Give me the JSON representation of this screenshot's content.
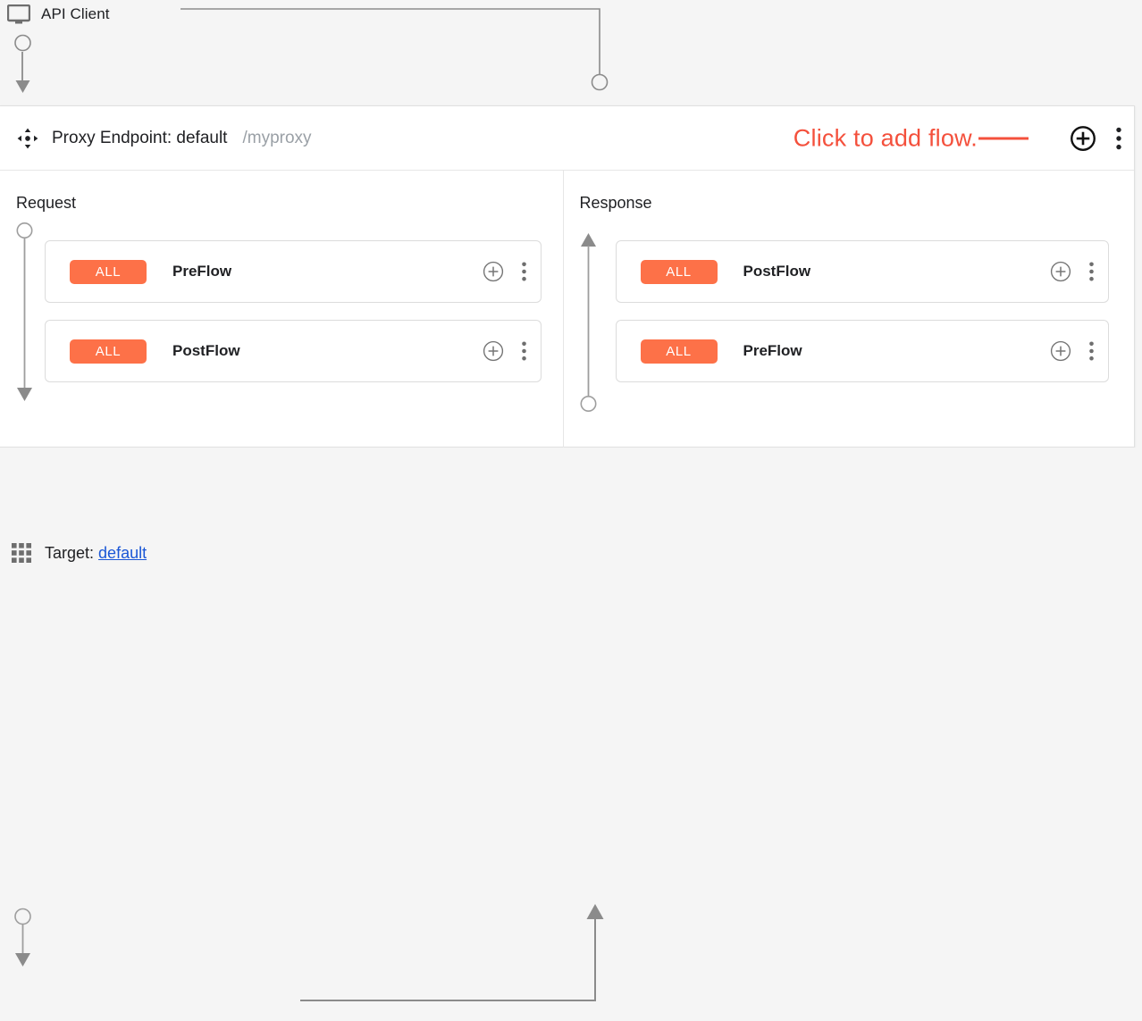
{
  "client": {
    "label": "API Client",
    "icon": "monitor-icon"
  },
  "proxy_endpoint": {
    "move_icon": "move-handle-icon",
    "title": "Proxy Endpoint: default",
    "base_path": "/myproxy",
    "annotation": "Click to add flow.",
    "annotation_color": "#f4503c",
    "add_icon": "plus-circle-icon",
    "menu_icon": "kebab-menu-icon"
  },
  "columns": [
    {
      "title": "Request",
      "direction": "down",
      "flows": [
        {
          "badge": "ALL",
          "name": "PreFlow",
          "add_icon": "plus-circle-icon",
          "menu_icon": "kebab-menu-icon"
        },
        {
          "badge": "ALL",
          "name": "PostFlow",
          "add_icon": "plus-circle-icon",
          "menu_icon": "kebab-menu-icon"
        }
      ]
    },
    {
      "title": "Response",
      "direction": "up",
      "flows": [
        {
          "badge": "ALL",
          "name": "PostFlow",
          "add_icon": "plus-circle-icon",
          "menu_icon": "kebab-menu-icon"
        },
        {
          "badge": "ALL",
          "name": "PreFlow",
          "add_icon": "plus-circle-icon",
          "menu_icon": "kebab-menu-icon"
        }
      ]
    }
  ],
  "target": {
    "grid_icon": "apps-grid-icon",
    "label": "Target:",
    "name": "default"
  },
  "colors": {
    "badge_orange": "#fd7148",
    "annotation_red": "#f4503c",
    "link_blue": "#1a56d6",
    "band_gray": "#f5f5f5",
    "wire_gray": "#8b8b8b",
    "icon_gray": "#757575"
  }
}
